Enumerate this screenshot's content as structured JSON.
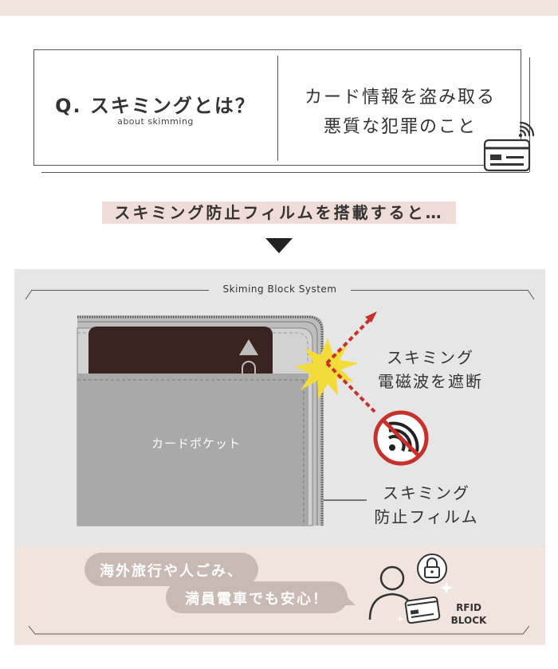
{
  "question": {
    "title": "Q. スキミングとは？",
    "subtitle": "about skimming",
    "answer_line1": "カード情報を盗み取る",
    "answer_line2": "悪質な犯罪のこと"
  },
  "headline": "スキミング防止フィルムを搭載すると…",
  "diagram": {
    "system_title": "Skiming Block System",
    "pocket_label": "カードポケット",
    "block_label_line1": "スキミング",
    "block_label_line2": "電磁波を遮断",
    "film_label_line1": "スキミング",
    "film_label_line2": "防止フィルム"
  },
  "bottom": {
    "bubble1": "海外旅行や人ごみ、",
    "bubble2": "満員電車でも安心！",
    "rfid_line1": "RFID",
    "rfid_line2": "BLOCK"
  },
  "colors": {
    "pink_band": "#f1e3dd",
    "panel_gray": "#e6e6e6",
    "alert_red": "#c8312b",
    "burst_yellow": "#f3dc3a",
    "card_brown": "#3a2422"
  },
  "icons": [
    "card-icon",
    "wifi-icon",
    "triangle-down-icon",
    "burst-icon",
    "no-signal-icon",
    "person-icon",
    "lock-icon",
    "sparkle-icon"
  ]
}
